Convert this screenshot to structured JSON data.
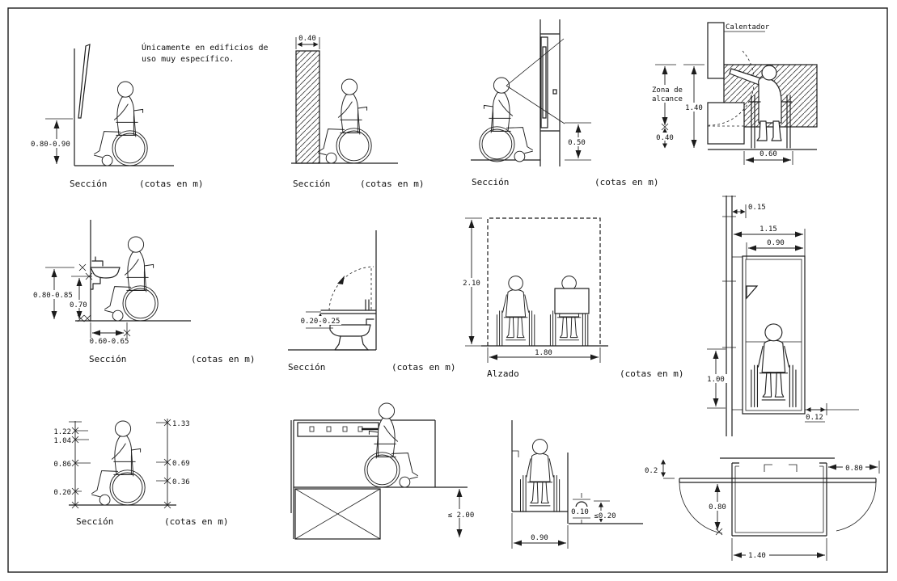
{
  "colors": {
    "background": "#ffffff",
    "line": "#1c1c1c"
  },
  "note": {
    "line1": "Únicamente en edificios de",
    "line2": "uso muy específico."
  },
  "labels": {
    "seccion": "Sección",
    "alzado": "Alzado",
    "cotas": "(cotas en m)",
    "calentador": "Calentador",
    "zona_line1": "Zona de",
    "zona_line2": "alcance"
  },
  "dims": {
    "p1_height": "0.80-0.90",
    "p2_wall": "0.40",
    "p3_sill": "0.50",
    "p4_reach": "1.40",
    "p4_low": "0.40",
    "p4_width": "0.60",
    "p5_top": "0.80-0.85",
    "p5_clear": "0.70",
    "p5_depth": "0.60-0.65",
    "p6_seat": "0.20-0.25",
    "p7_height": "2.10",
    "p7_width": "1.80",
    "p8_wall": "0.15",
    "p8_outer": "1.15",
    "p8_inner": "0.90",
    "p8_depth": "1.00",
    "p8_gap": "0.12",
    "p9_l1": "1.22",
    "p9_l2": "1.04",
    "p9_l3": "0.86",
    "p9_l4": "0.20",
    "p9_r1": "1.33",
    "p9_r2": "0.69",
    "p9_r3": "0.36",
    "p10_max": "≤ 2.00",
    "p11_roller": "0.10",
    "p11_step": "≤0.20",
    "p11_width": "0.90",
    "p12_top": "0.2",
    "p12_right": "0.80",
    "p12_side": "0.80",
    "p12_width": "1.40"
  }
}
